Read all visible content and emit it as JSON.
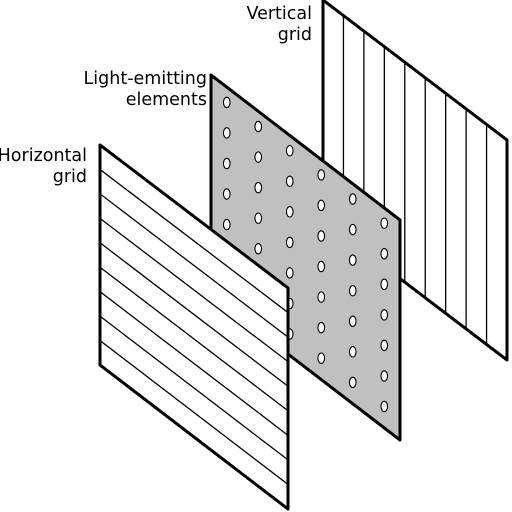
{
  "labels": {
    "vertical_grid": [
      "Vertical",
      "grid"
    ],
    "light_emitting": [
      "Light-emitting",
      "elements"
    ],
    "horizontal_grid": [
      "Horizontal",
      "grid"
    ]
  },
  "colors": {
    "stroke": "#000000",
    "panel_fill": "#ffffff",
    "emitter_panel_fill": "#c0c0c0",
    "dot_fill": "#ffffff"
  },
  "panels": {
    "vertical_grid_line_count": 8,
    "horizontal_grid_line_count": 8,
    "emitter_dot_columns": 6,
    "emitter_dot_rows": 7
  }
}
